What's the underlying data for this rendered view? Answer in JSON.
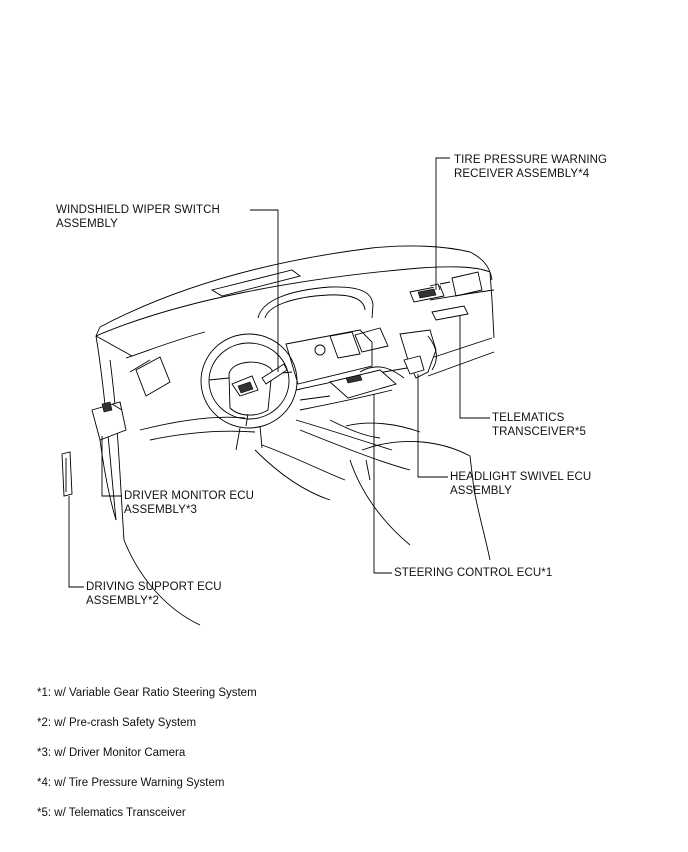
{
  "labels": {
    "tire_pressure": [
      "TIRE PRESSURE WARNING",
      "RECEIVER ASSEMBLY*4"
    ],
    "wiper_switch": [
      "WINDSHIELD WIPER SWITCH",
      "ASSEMBLY"
    ],
    "telematics": [
      "TELEMATICS",
      "TRANSCEIVER*5"
    ],
    "headlight_swivel": [
      "HEADLIGHT SWIVEL ECU",
      "ASSEMBLY"
    ],
    "driver_monitor": [
      "DRIVER MONITOR ECU",
      "ASSEMBLY*3"
    ],
    "steering_control": [
      "STEERING CONTROL ECU*1"
    ],
    "driving_support": [
      "DRIVING SUPPORT ECU",
      "ASSEMBLY*2"
    ]
  },
  "notes": [
    "*1: w/ Variable Gear Ratio Steering System",
    "*2: w/ Pre-crash Safety System",
    "*3: w/ Driver Monitor Camera",
    "*4: w/ Tire Pressure Warning System",
    "*5: w/ Telematics Transceiver"
  ]
}
